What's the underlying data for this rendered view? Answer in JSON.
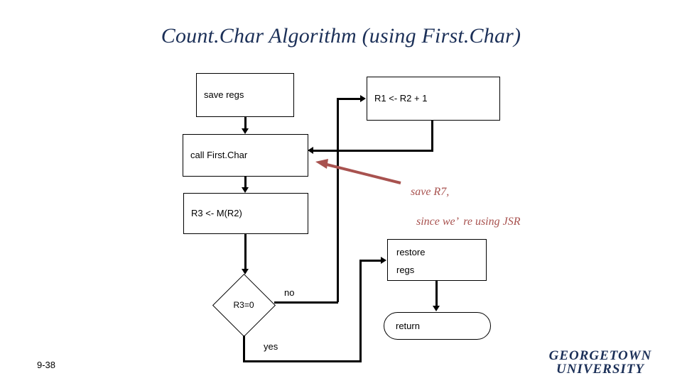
{
  "slide": {
    "title": "Count.Char Algorithm (using First.Char)",
    "number": "9-38",
    "background_color": "#ffffff"
  },
  "colors": {
    "title_navy": "#1c3058",
    "annotation_red": "#a8524f",
    "connector_black": "#000000",
    "node_fill": "#ffffff"
  },
  "flowchart": {
    "nodes": [
      {
        "id": "save-regs",
        "shape": "rect",
        "label": "save regs"
      },
      {
        "id": "r1-update",
        "shape": "rect",
        "label": "R1 <- R2 + 1"
      },
      {
        "id": "call",
        "shape": "rect",
        "label": "call First.Char"
      },
      {
        "id": "r3-mem",
        "shape": "rect",
        "label": "R3 <- M(R2)"
      },
      {
        "id": "decision",
        "shape": "diamond",
        "label": "R3=0"
      },
      {
        "id": "restore",
        "shape": "rect",
        "label_line1": "restore",
        "label_line2": "regs"
      },
      {
        "id": "return",
        "shape": "capsule",
        "label": "return"
      }
    ],
    "edge_labels": {
      "no": "no",
      "yes": "yes"
    }
  },
  "annotation": {
    "line1": "save R7,",
    "line2": "  since we’  re using JSR"
  },
  "footer": {
    "logo_line1": "GEORGETOWN",
    "logo_line2": "UNIVERSITY"
  }
}
